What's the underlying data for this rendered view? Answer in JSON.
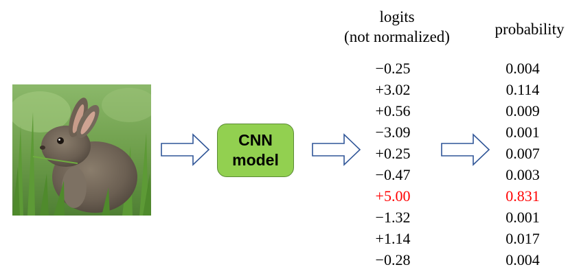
{
  "model": {
    "line1": "CNN",
    "line2": "model"
  },
  "headers": {
    "logits_line1": "logits",
    "logits_line2": "(not normalized)",
    "probability": "probability"
  },
  "rows": [
    {
      "logit": "−0.25",
      "prob": "0.004",
      "highlight": false
    },
    {
      "logit": "+3.02",
      "prob": "0.114",
      "highlight": false
    },
    {
      "logit": "+0.56",
      "prob": "0.009",
      "highlight": false
    },
    {
      "logit": "−3.09",
      "prob": "0.001",
      "highlight": false
    },
    {
      "logit": "+0.25",
      "prob": "0.007",
      "highlight": false
    },
    {
      "logit": "−0.47",
      "prob": "0.003",
      "highlight": false
    },
    {
      "logit": "+5.00",
      "prob": "0.831",
      "highlight": true
    },
    {
      "logit": "−1.32",
      "prob": "0.001",
      "highlight": false
    },
    {
      "logit": "+1.14",
      "prob": "0.017",
      "highlight": false
    },
    {
      "logit": "−0.28",
      "prob": "0.004",
      "highlight": false
    }
  ],
  "colors": {
    "model_box": "#92d050",
    "arrow_stroke": "#2f5597",
    "highlight": "#ff0000"
  }
}
